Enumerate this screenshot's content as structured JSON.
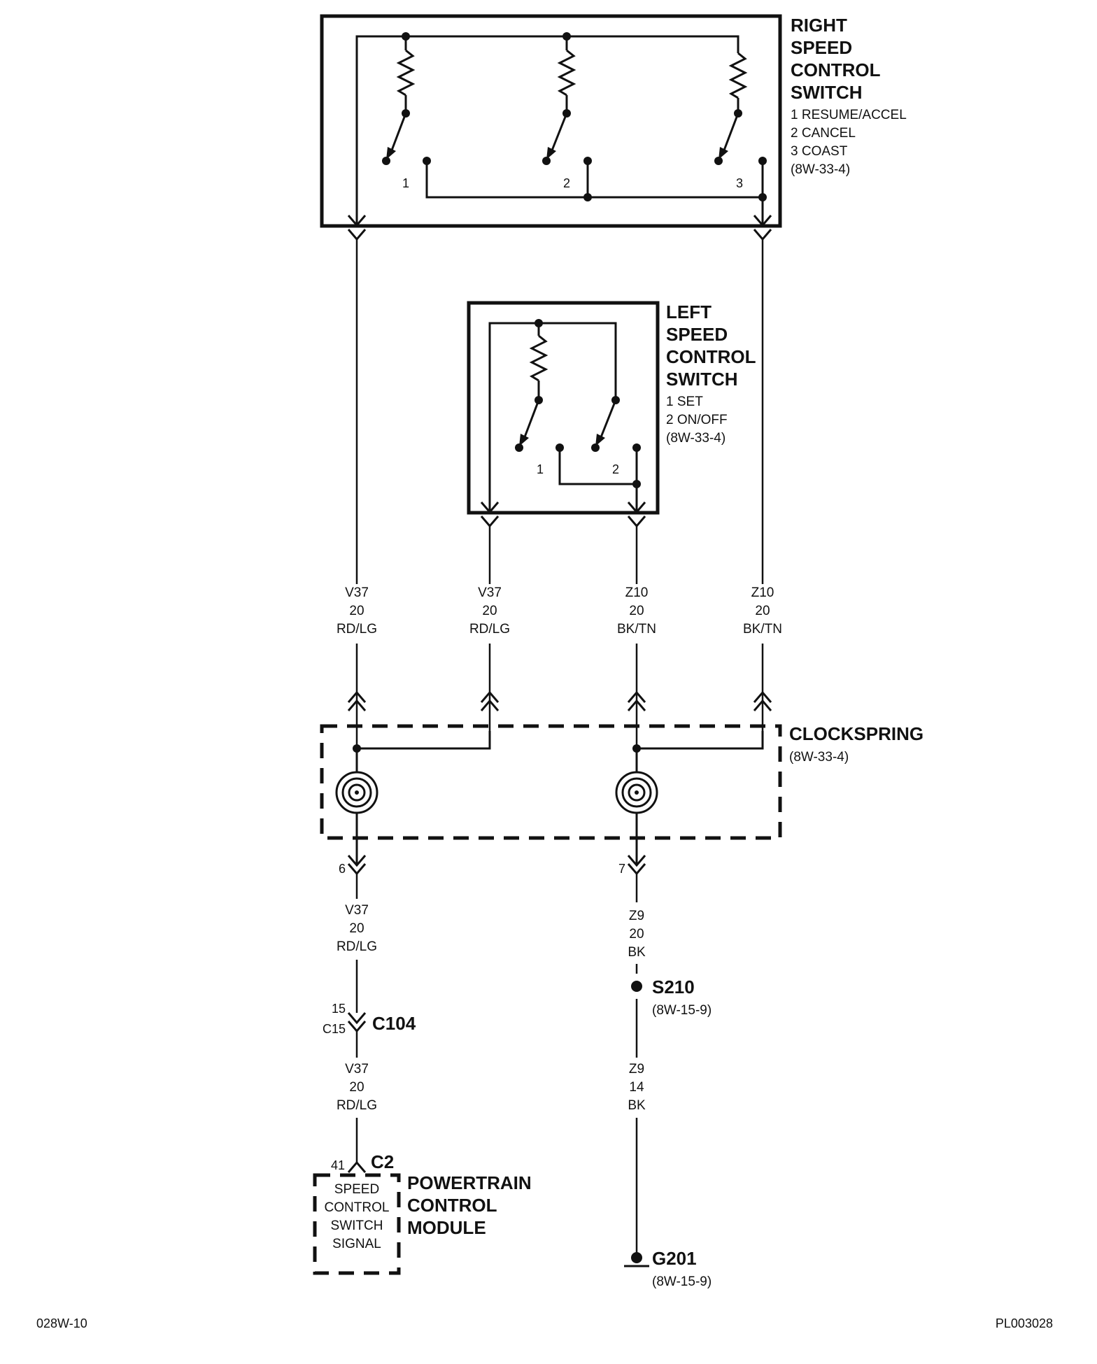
{
  "right_switch": {
    "title_lines": [
      "RIGHT",
      "SPEED",
      "CONTROL",
      "SWITCH"
    ],
    "detail_lines": [
      "1 RESUME/ACCEL",
      "2 CANCEL",
      "3 COAST",
      "(8W-33-4)"
    ],
    "positions": [
      "1",
      "2",
      "3"
    ]
  },
  "left_switch": {
    "title_lines": [
      "LEFT",
      "SPEED",
      "CONTROL",
      "SWITCH"
    ],
    "detail_lines": [
      "1 SET",
      "2 ON/OFF",
      "(8W-33-4)"
    ],
    "positions": [
      "1",
      "2"
    ]
  },
  "wires_upper": [
    {
      "circuit": "V37",
      "gauge": "20",
      "color": "RD/LG"
    },
    {
      "circuit": "V37",
      "gauge": "20",
      "color": "RD/LG"
    },
    {
      "circuit": "Z10",
      "gauge": "20",
      "color": "BK/TN"
    },
    {
      "circuit": "Z10",
      "gauge": "20",
      "color": "BK/TN"
    }
  ],
  "clockspring": {
    "title": "CLOCKSPRING",
    "ref": "(8W-33-4)",
    "pin_left": "6",
    "pin_right": "7"
  },
  "wire_left_mid": {
    "circuit": "V37",
    "gauge": "20",
    "color": "RD/LG"
  },
  "connector_c104": {
    "name": "C104",
    "pin_top": "15",
    "pin_bottom": "C15"
  },
  "wire_left_low": {
    "circuit": "V37",
    "gauge": "20",
    "color": "RD/LG"
  },
  "pcm": {
    "pin": "41",
    "connector": "C2",
    "signal_lines": [
      "SPEED",
      "CONTROL",
      "SWITCH",
      "SIGNAL"
    ],
    "title_lines": [
      "POWERTRAIN",
      "CONTROL",
      "MODULE"
    ]
  },
  "wire_right_mid": {
    "circuit": "Z9",
    "gauge": "20",
    "color": "BK"
  },
  "splice": {
    "name": "S210",
    "ref": "(8W-15-9)"
  },
  "wire_right_low": {
    "circuit": "Z9",
    "gauge": "14",
    "color": "BK"
  },
  "ground": {
    "name": "G201",
    "ref": "(8W-15-9)"
  },
  "footer": {
    "left": "028W-10",
    "right": "PL003028"
  }
}
